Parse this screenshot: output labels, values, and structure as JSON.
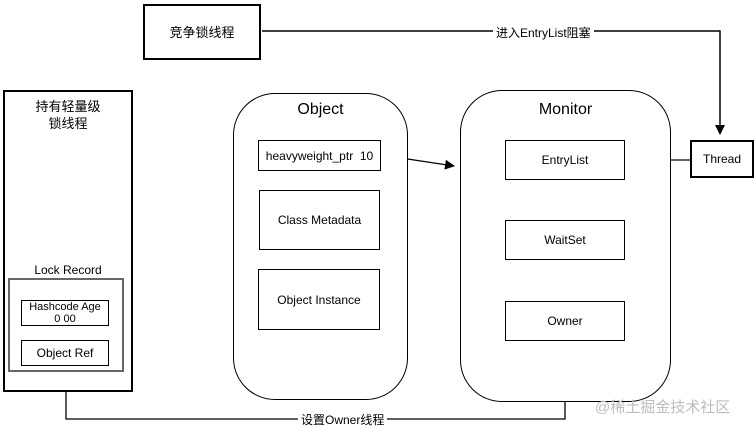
{
  "diagram": {
    "nodes": {
      "competing_thread": "竞争锁线程",
      "lightweight_holder_line1": "持有轻量级",
      "lightweight_holder_line2": "锁线程",
      "lock_record_title": "Lock Record",
      "hashcode_line1": "Hashcode Age",
      "hashcode_line2": "0 00",
      "object_ref": "Object Ref",
      "object_title": "Object",
      "heavyweight_ptr": "heavyweight_ptr  10",
      "class_metadata": "Class Metadata",
      "object_instance": "Object Instance",
      "monitor_title": "Monitor",
      "entry_list": "EntryList",
      "wait_set": "WaitSet",
      "owner": "Owner",
      "thread": "Thread"
    },
    "edges": {
      "enter_entrylist": "进入EntryList阻塞",
      "set_owner": "设置Owner线程"
    },
    "watermark": "@稀土掘金技术社区",
    "colors": {
      "line": "#000000",
      "lock_record_border": "#676767",
      "watermark": "#bdbdbd",
      "background": "#ffffff"
    }
  }
}
